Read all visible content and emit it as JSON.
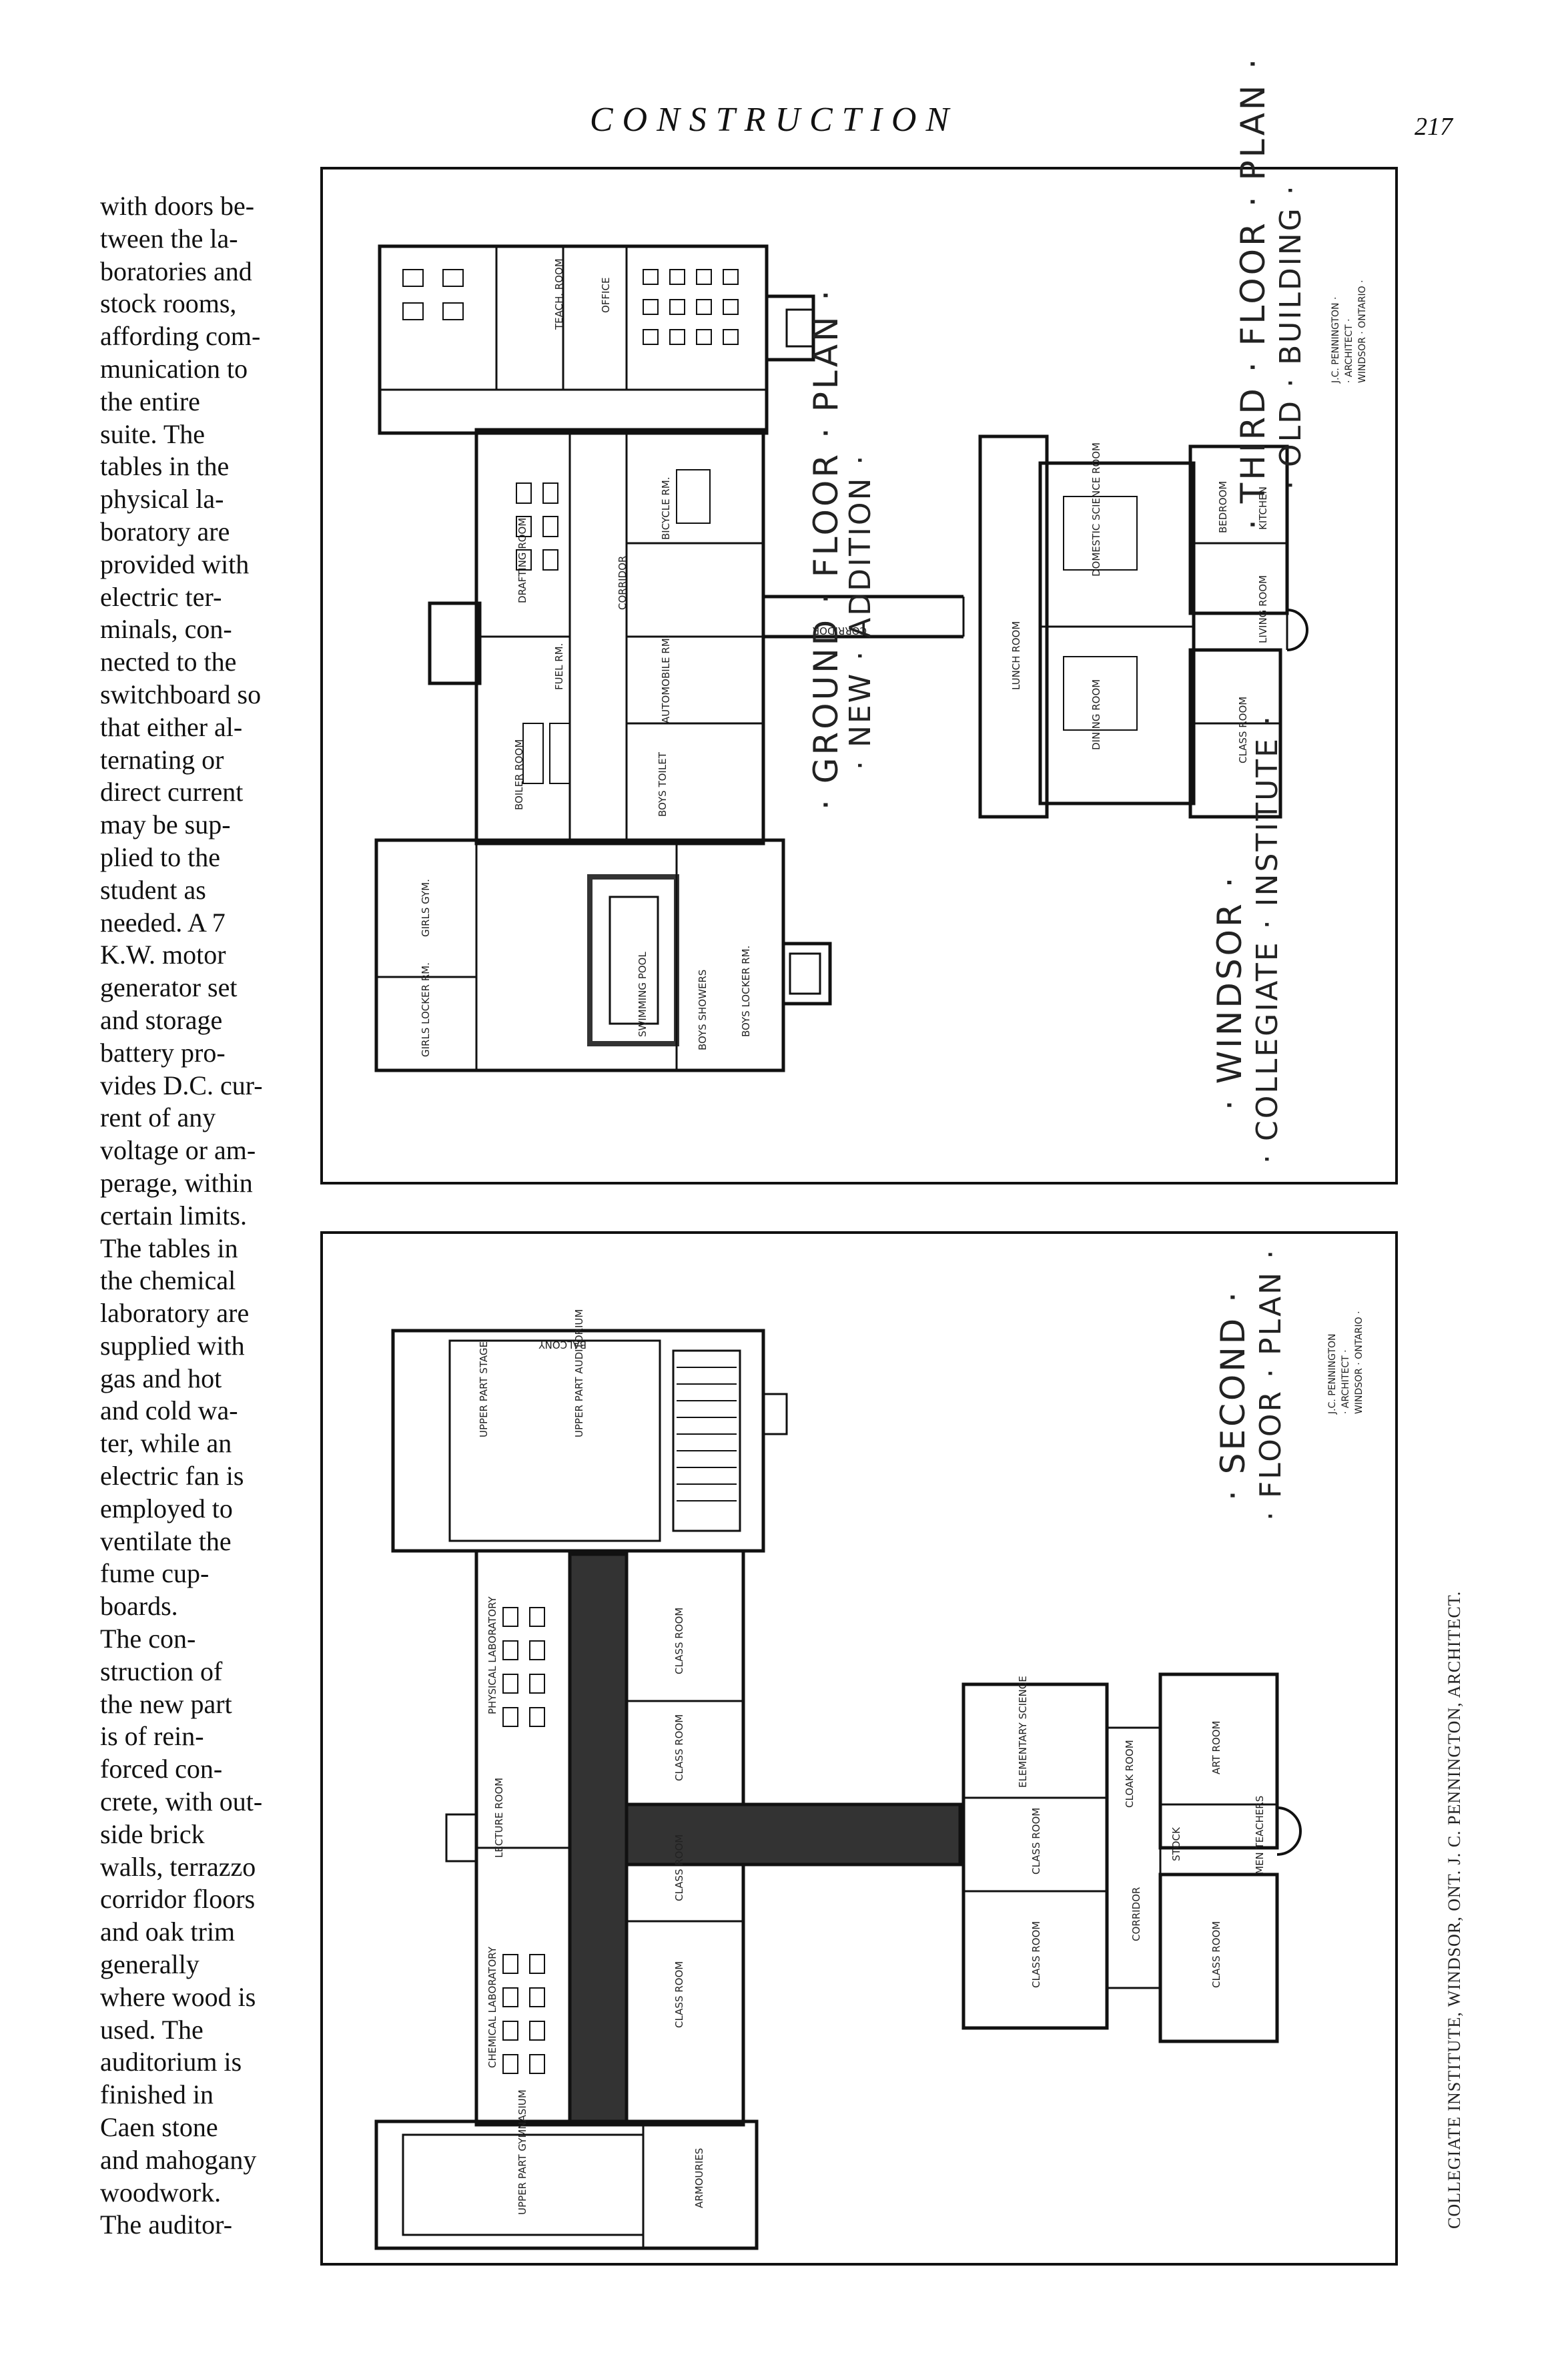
{
  "header": {
    "title": "CONSTRUCTION",
    "page_number": "217"
  },
  "body_text_lines": [
    "with doors be-",
    "tween the la-",
    "boratories and",
    "stock rooms,",
    "affording com-",
    "munication to",
    "the entire",
    "suite. The",
    "tables in the",
    "physical la-",
    "boratory are",
    "provided with",
    "electric ter-",
    "minals, con-",
    "nected to the",
    "switchboard so",
    "that either al-",
    "ternating or",
    "direct current",
    "may be sup-",
    "plied to the",
    "student as",
    "needed. A 7",
    "K.W. motor",
    "generator set",
    "and storage",
    "battery pro-",
    "vides D.C. cur-",
    "rent of any",
    "voltage or am-",
    "perage, within",
    "certain limits.",
    "The tables in",
    "the chemical",
    "laboratory are",
    "supplied with",
    "gas and hot",
    "and cold wa-",
    "ter, while an",
    "electric fan is",
    "employed to",
    "ventilate the",
    "fume cup-",
    "boards.",
    "The con-",
    "struction of",
    "the new part",
    "is of rein-",
    "forced con-",
    "crete, with out-",
    "side brick",
    "walls, terrazzo",
    "corridor floors",
    "and oak trim",
    "generally",
    "where wood is",
    "used. The",
    "auditorium is",
    "finished in",
    "Caen stone",
    "and mahogany",
    "woodwork.",
    "The auditor-"
  ],
  "plate_top": {
    "title_ground": "· GROUND · FLOOR · PLAN ·",
    "sub_ground": "· NEW · ADDITION ·",
    "title_third": "· THIRD · FLOOR · PLAN ·",
    "sub_third": "· OLD · BUILDING ·",
    "title_windsor": "· WINDSOR ·",
    "sub_windsor": "· COLLEGIATE · INSTITUTE ·",
    "architect_1": "J.C. PENNINGTON ·",
    "architect_2": "· ARCHITECT ·",
    "architect_3": "WINDSOR · ONTARIO ·",
    "rooms": {
      "corridor": "CORRIDOR",
      "corridor_link": "CORRIDOR",
      "office": "OFFICE",
      "teachers_room": "TEACH. ROOM",
      "drafting_room": "DRAFTING ROOM",
      "fuel": "FUEL RM.",
      "boiler_room": "BOILER ROOM",
      "automobile": "AUTOMOBILE RM.",
      "boys_toilet": "BOYS TOILET",
      "girls_gym": "GIRLS GYM.",
      "girls_locker": "GIRLS LOCKER RM.",
      "swimming_pool": "SWIMMING POOL",
      "boys_showers": "BOYS SHOWERS",
      "boys_locker": "BOYS LOCKER RM.",
      "bicycle": "BICYCLE RM.",
      "lunch_room": "LUNCH ROOM",
      "dining_room": "DINING ROOM",
      "domestic_science": "DOMESTIC SCIENCE ROOM",
      "kitchen": "KITCHEN",
      "living_room": "LIVING ROOM",
      "class_room": "CLASS ROOM",
      "bedroom": "BEDROOM"
    }
  },
  "plate_bottom": {
    "title_second": "· SECOND ·",
    "sub_second": "· FLOOR · PLAN ·",
    "architect_1": "J.C. PENNINGTON",
    "architect_2": "· ARCHITECT ·",
    "architect_3": "WINDSOR · ONTARIO ·",
    "rooms": {
      "balcony": "BALCONY",
      "upper_auditorium": "UPPER PART AUDITORIUM",
      "upper_stage": "UPPER PART STAGE",
      "physical_lab": "PHYSICAL LABORATORY",
      "lecture_room": "LECTURE ROOM",
      "chemical_lab": "CHEMICAL LABORATORY",
      "class_room": "CLASS ROOM",
      "upper_gym": "UPPER PART GYMNASIUM",
      "armouries": "ARMOURIES",
      "elementary_science": "ELEMENTARY SCIENCE",
      "art_room": "ART ROOM",
      "cloak_room": "CLOAK ROOM",
      "stock": "STOCK",
      "men_teachers": "MEN TEACHERS",
      "corridor": "CORRIDOR"
    }
  },
  "caption": "COLLEGIATE INSTITUTE, WINDSOR, ONT.     J. C. PENNINGTON, ARCHITECT."
}
